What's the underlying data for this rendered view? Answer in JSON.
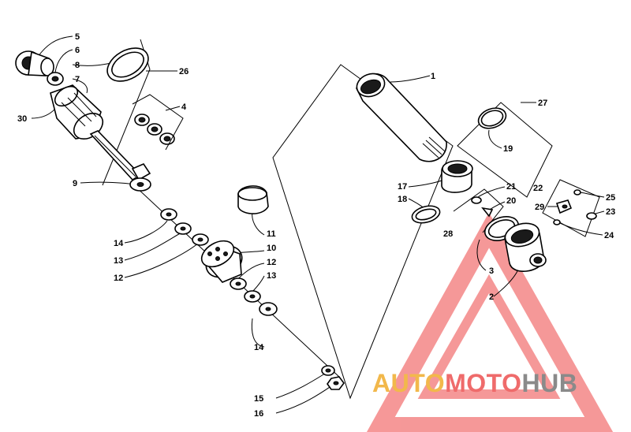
{
  "callouts": [
    {
      "id": "c5",
      "text": "5"
    },
    {
      "id": "c6",
      "text": "6"
    },
    {
      "id": "c8",
      "text": "8"
    },
    {
      "id": "c7",
      "text": "7"
    },
    {
      "id": "c26",
      "text": "26"
    },
    {
      "id": "c30",
      "text": "30"
    },
    {
      "id": "c4",
      "text": "4"
    },
    {
      "id": "c9",
      "text": "9"
    },
    {
      "id": "c14a",
      "text": "14"
    },
    {
      "id": "c13a",
      "text": "13"
    },
    {
      "id": "c12a",
      "text": "12"
    },
    {
      "id": "c11",
      "text": "11"
    },
    {
      "id": "c10",
      "text": "10"
    },
    {
      "id": "c12b",
      "text": "12"
    },
    {
      "id": "c13b",
      "text": "13"
    },
    {
      "id": "c14b",
      "text": "14"
    },
    {
      "id": "c15",
      "text": "15"
    },
    {
      "id": "c16",
      "text": "16"
    },
    {
      "id": "c1",
      "text": "1"
    },
    {
      "id": "c27",
      "text": "27"
    },
    {
      "id": "c19",
      "text": "19"
    },
    {
      "id": "c17",
      "text": "17"
    },
    {
      "id": "c18",
      "text": "18"
    },
    {
      "id": "c21",
      "text": "21"
    },
    {
      "id": "c20",
      "text": "20"
    },
    {
      "id": "c28",
      "text": "28"
    },
    {
      "id": "c22",
      "text": "22"
    },
    {
      "id": "c25",
      "text": "25"
    },
    {
      "id": "c29",
      "text": "29"
    },
    {
      "id": "c23",
      "text": "23"
    },
    {
      "id": "c24",
      "text": "24"
    },
    {
      "id": "c3",
      "text": "3"
    },
    {
      "id": "c2",
      "text": "2"
    }
  ],
  "watermark": {
    "part1": "AUTO",
    "part2": "MOTO",
    "part3": "HUB",
    "color1": "#f2b84b",
    "color2": "#ef6b6b",
    "color3": "#8a8a8a",
    "triangle_color": "#ee4444"
  }
}
